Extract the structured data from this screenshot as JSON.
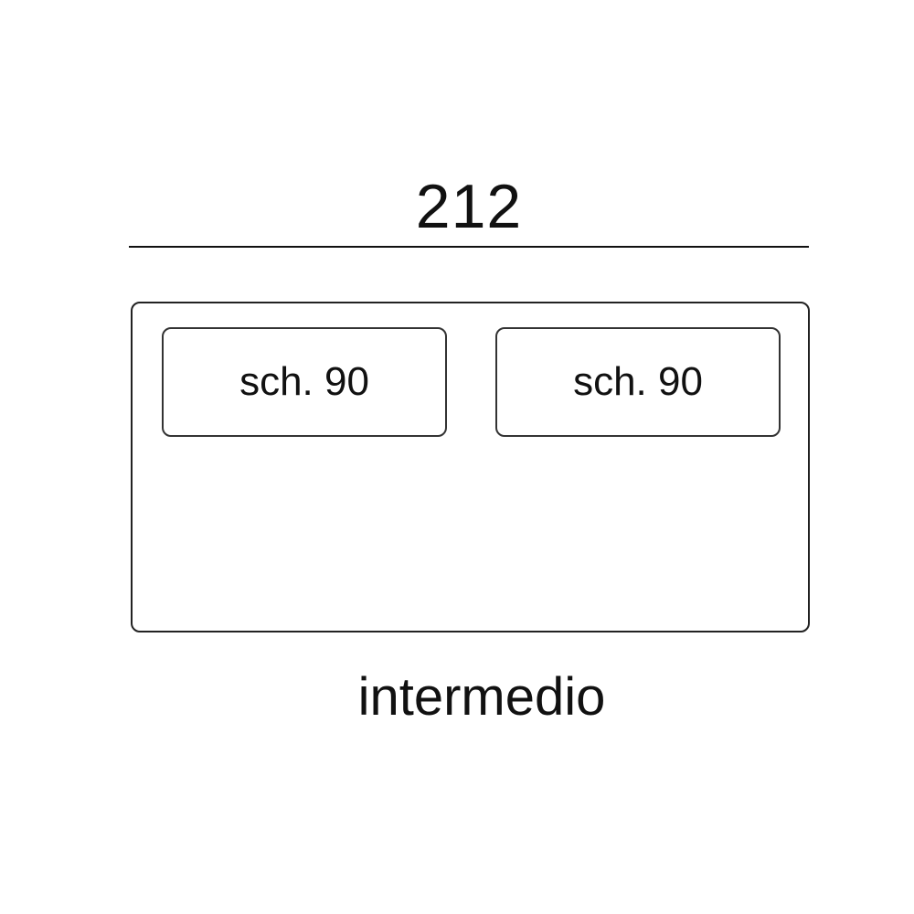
{
  "dimension": {
    "width_value": "212"
  },
  "sofa": {
    "cushions": [
      {
        "label": "sch. 90"
      },
      {
        "label": "sch. 90"
      }
    ]
  },
  "module": {
    "name": "intermedio"
  },
  "colors": {
    "stroke": "#111111",
    "background": "#ffffff"
  }
}
